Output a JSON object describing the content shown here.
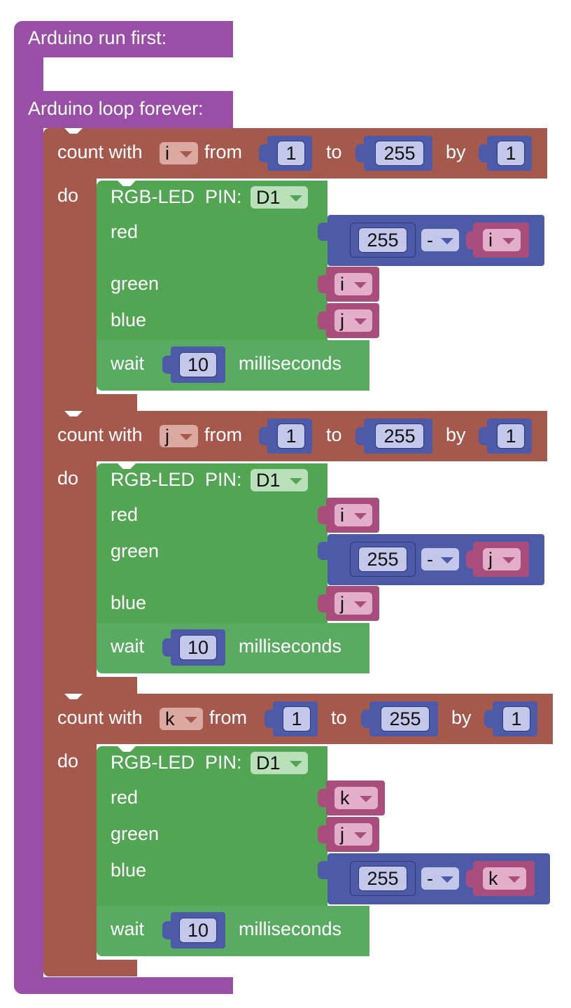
{
  "setup_hat": {
    "label": "Arduino run first:"
  },
  "loop_hat": {
    "label": "Arduino loop forever:"
  },
  "loops": [
    {
      "count_with": "count with",
      "var": "i",
      "from": "from",
      "from_val": "1",
      "to": "to",
      "to_val": "255",
      "by": "by",
      "by_val": "1",
      "do": "do",
      "led": {
        "title": "RGB-LED",
        "pin_label": "PIN:",
        "pin": "D1",
        "red": "red",
        "green": "green",
        "blue": "blue"
      },
      "red_expr": {
        "num": "255",
        "op": "-",
        "var": "i"
      },
      "green_var": "i",
      "blue_var": "j",
      "wait": {
        "label": "wait",
        "value": "10",
        "unit": "milliseconds"
      }
    },
    {
      "count_with": "count with",
      "var": "j",
      "from": "from",
      "from_val": "1",
      "to": "to",
      "to_val": "255",
      "by": "by",
      "by_val": "1",
      "do": "do",
      "led": {
        "title": "RGB-LED",
        "pin_label": "PIN:",
        "pin": "D1",
        "red": "red",
        "green": "green",
        "blue": "blue"
      },
      "red_var": "i",
      "green_expr": {
        "num": "255",
        "op": "-",
        "var": "j"
      },
      "blue_var": "j",
      "wait": {
        "label": "wait",
        "value": "10",
        "unit": "milliseconds"
      }
    },
    {
      "count_with": "count with",
      "var": "k",
      "from": "from",
      "from_val": "1",
      "to": "to",
      "to_val": "255",
      "by": "by",
      "by_val": "1",
      "do": "do",
      "led": {
        "title": "RGB-LED",
        "pin_label": "PIN:",
        "pin": "D1",
        "red": "red",
        "green": "green",
        "blue": "blue"
      },
      "red_var": "k",
      "green_var": "j",
      "blue_expr": {
        "num": "255",
        "op": "-",
        "var": "k"
      },
      "wait": {
        "label": "wait",
        "value": "10",
        "unit": "milliseconds"
      }
    }
  ],
  "colors": {
    "arduino": "#9a4fa6",
    "loop": "#a5594c",
    "led": "#52a552",
    "math": "#4c5aa7",
    "variable": "#a84d7c"
  }
}
